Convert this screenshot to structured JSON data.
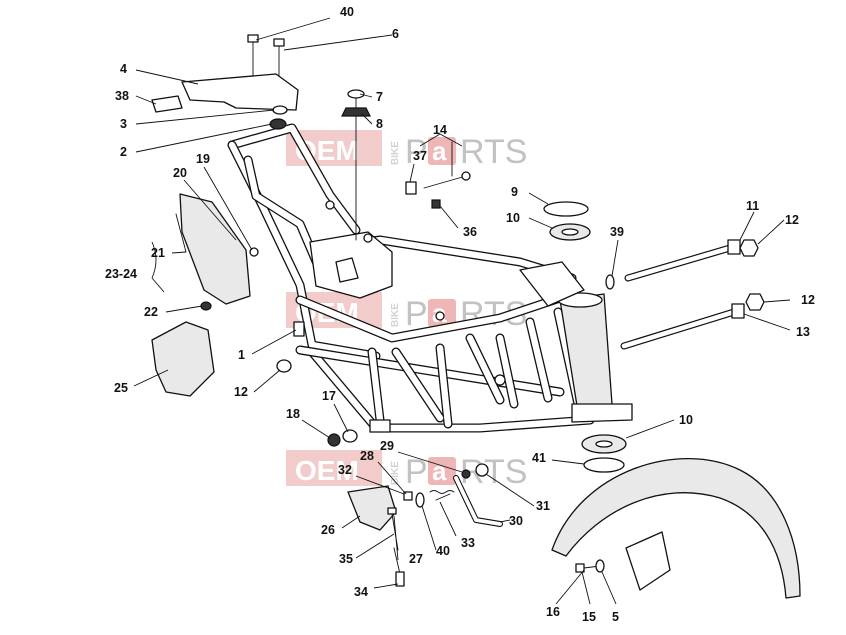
{
  "watermark": {
    "part1": "OEM",
    "part2": "BIKE",
    "part3": "P",
    "part4": "a",
    "part5": "RTS"
  },
  "callouts": [
    {
      "id": "40a",
      "text": "40"
    },
    {
      "id": "6",
      "text": "6"
    },
    {
      "id": "4",
      "text": "4"
    },
    {
      "id": "38",
      "text": "38"
    },
    {
      "id": "3",
      "text": "3"
    },
    {
      "id": "2",
      "text": "2"
    },
    {
      "id": "7",
      "text": "7"
    },
    {
      "id": "8",
      "text": "8"
    },
    {
      "id": "14",
      "text": "14"
    },
    {
      "id": "37",
      "text": "37"
    },
    {
      "id": "19",
      "text": "19"
    },
    {
      "id": "20",
      "text": "20"
    },
    {
      "id": "9",
      "text": "9"
    },
    {
      "id": "10a",
      "text": "10"
    },
    {
      "id": "36",
      "text": "36"
    },
    {
      "id": "39",
      "text": "39"
    },
    {
      "id": "11",
      "text": "11"
    },
    {
      "id": "12a",
      "text": "12"
    },
    {
      "id": "21",
      "text": "21"
    },
    {
      "id": "23-24",
      "text": "23-24"
    },
    {
      "id": "22",
      "text": "22"
    },
    {
      "id": "12b",
      "text": "12"
    },
    {
      "id": "13",
      "text": "13"
    },
    {
      "id": "1",
      "text": "1"
    },
    {
      "id": "25",
      "text": "25"
    },
    {
      "id": "12c",
      "text": "12"
    },
    {
      "id": "18",
      "text": "18"
    },
    {
      "id": "17",
      "text": "17"
    },
    {
      "id": "10b",
      "text": "10"
    },
    {
      "id": "29",
      "text": "29"
    },
    {
      "id": "28",
      "text": "28"
    },
    {
      "id": "41",
      "text": "41"
    },
    {
      "id": "32",
      "text": "32"
    },
    {
      "id": "31",
      "text": "31"
    },
    {
      "id": "30",
      "text": "30"
    },
    {
      "id": "26",
      "text": "26"
    },
    {
      "id": "33",
      "text": "33"
    },
    {
      "id": "27",
      "text": "27"
    },
    {
      "id": "40b",
      "text": "40"
    },
    {
      "id": "35",
      "text": "35"
    },
    {
      "id": "34",
      "text": "34"
    },
    {
      "id": "16",
      "text": "16"
    },
    {
      "id": "15",
      "text": "15"
    },
    {
      "id": "5",
      "text": "5"
    }
  ]
}
